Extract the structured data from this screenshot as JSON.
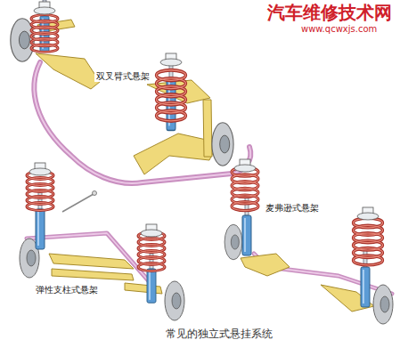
{
  "diagram": {
    "caption": "常见的独立式悬挂系统",
    "labels": [
      "汽车维修技术网",
      "www.qcwxjs.com",
      "双叉臂式悬架",
      "弹性支柱式悬架",
      "麦弗逊式悬架"
    ]
  }
}
